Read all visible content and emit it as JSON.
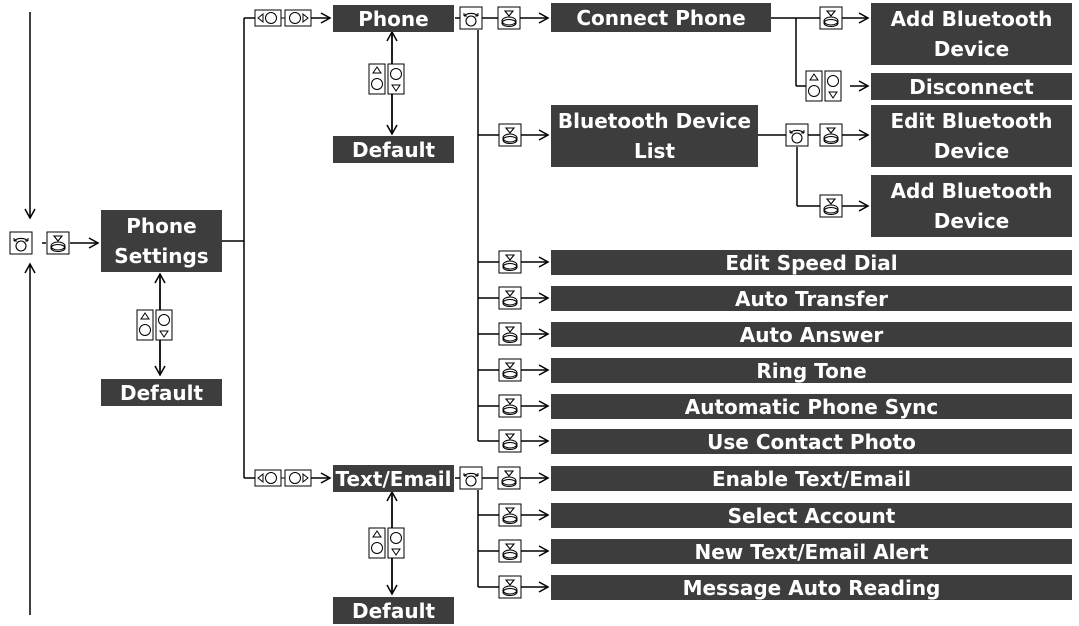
{
  "menu": {
    "root": "Phone Settings",
    "root_default": "Default",
    "phone": "Phone",
    "phone_default": "Default",
    "text_email": "Text/Email",
    "text_email_default": "Default"
  },
  "phone_items": {
    "connect_phone": "Connect Phone",
    "add_bt_device": "Add Bluetooth Device",
    "disconnect": "Disconnect",
    "bt_device_list": "Bluetooth Device List",
    "edit_bt_device": "Edit Bluetooth Device",
    "add_bt_device_2": "Add Bluetooth Device",
    "edit_speed_dial": "Edit Speed Dial",
    "auto_transfer": "Auto Transfer",
    "auto_answer": "Auto Answer",
    "ring_tone": "Ring Tone",
    "auto_phone_sync": "Automatic Phone Sync",
    "use_contact_photo": "Use Contact Photo"
  },
  "text_items": {
    "enable_text_email": "Enable Text/Email",
    "select_account": "Select Account",
    "new_alert": "New Text/Email Alert",
    "auto_reading": "Message Auto Reading"
  },
  "icons": {
    "rotate": "interface-dial-rotate-icon",
    "press": "interface-dial-press-icon",
    "left_right": "interface-dial-move-left-right-icon",
    "up_down": "interface-dial-move-up-down-icon"
  },
  "colors": {
    "box": "#3d3d3d",
    "line": "#000000",
    "text": "#ffffff"
  }
}
